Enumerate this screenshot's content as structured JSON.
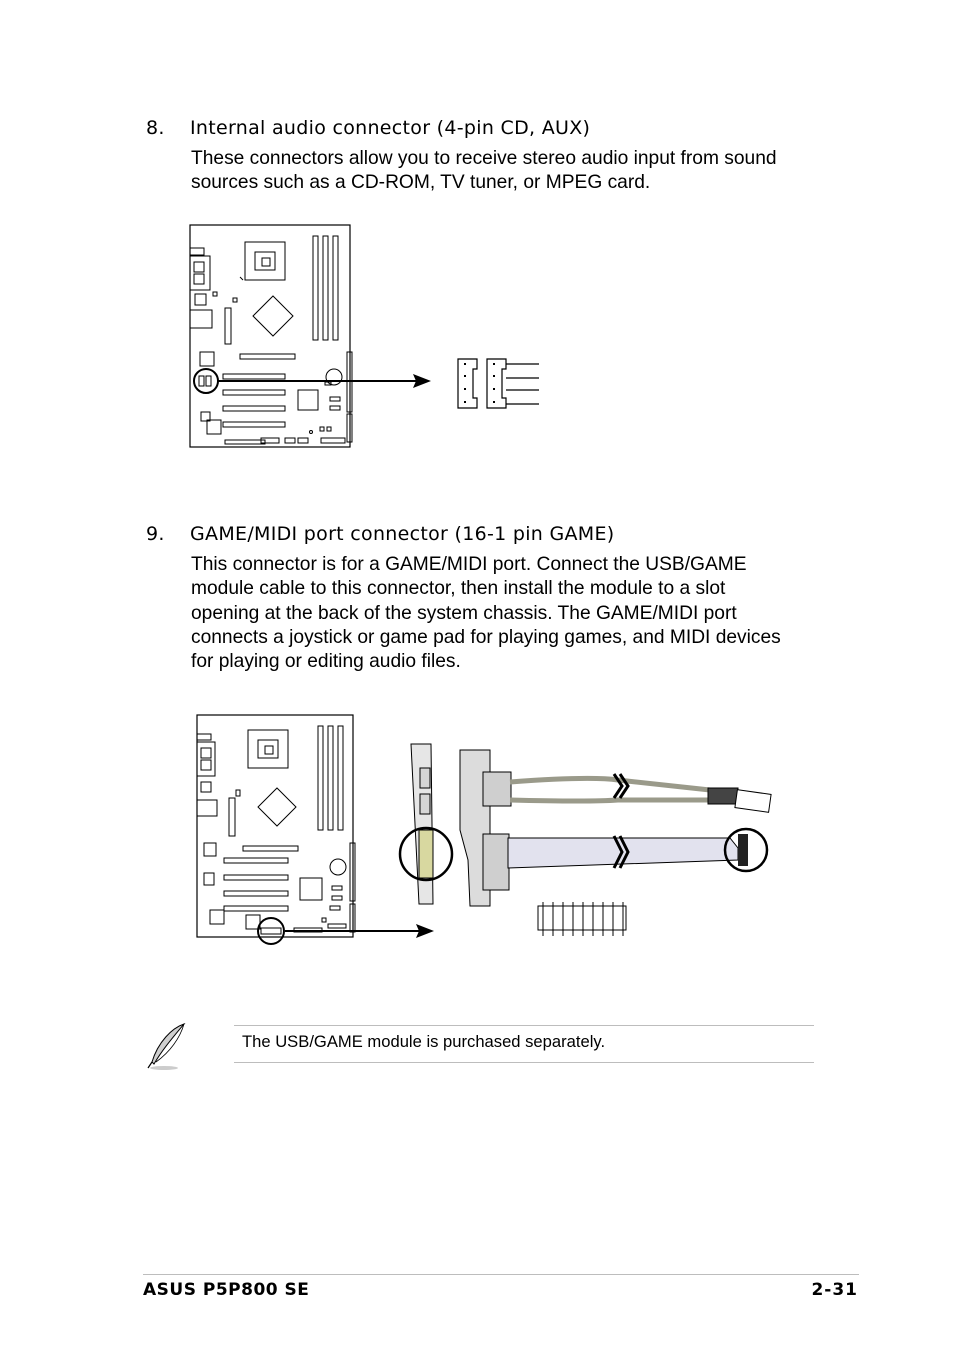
{
  "section8": {
    "number": "8.",
    "title": "Internal audio connector (4-pin CD, AUX)",
    "lines": [
      "These connectors allow you to receive stereo audio input from sound",
      "sources such as a CD-ROM, TV tuner, or MPEG card."
    ]
  },
  "section9": {
    "number": "9.",
    "title": "GAME/MIDI port connector (16-1 pin GAME)",
    "lines": [
      "This connector is for a GAME/MIDI port. Connect the USB/GAME",
      "module cable to this connector, then install the module to a slot",
      "opening at the back of the system chassis. The GAME/MIDI port",
      "connects a joystick or game pad for playing games, and MIDI devices",
      "for playing or editing audio files."
    ]
  },
  "note": {
    "icon": "feather-pen-icon",
    "text": "The USB/GAME module is purchased separately."
  },
  "footer": {
    "left": "ASUS P5P800 SE",
    "right": "2-31"
  }
}
